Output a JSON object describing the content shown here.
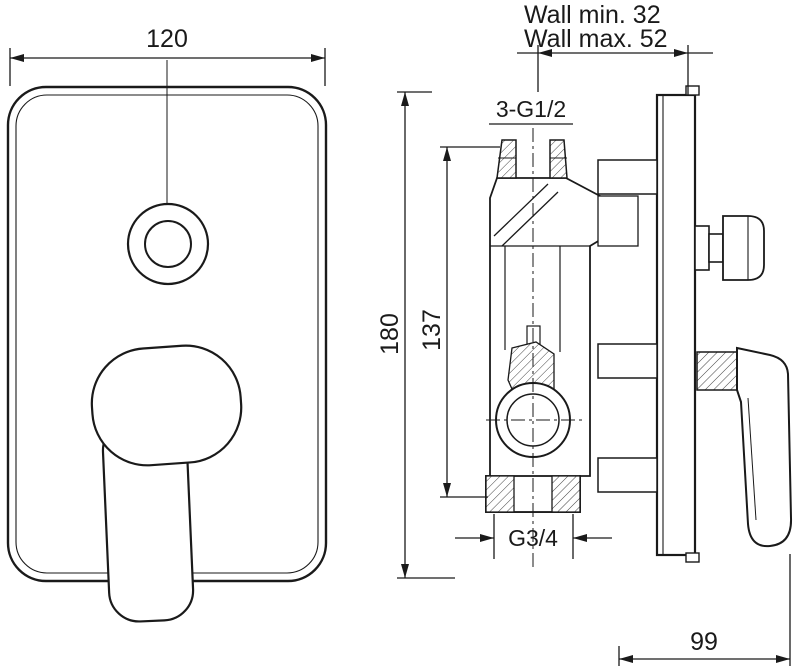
{
  "labels": {
    "front_width": "120",
    "wall_min": "Wall min. 32",
    "wall_max": "Wall max. 52",
    "total_height": "180",
    "body_height": "137",
    "top_port": "3-G1/2",
    "bottom_port": "G3/4",
    "handle_depth": "99"
  },
  "colors": {
    "line": "#1a1a1a",
    "hatch": "#444444",
    "background": "#ffffff"
  }
}
